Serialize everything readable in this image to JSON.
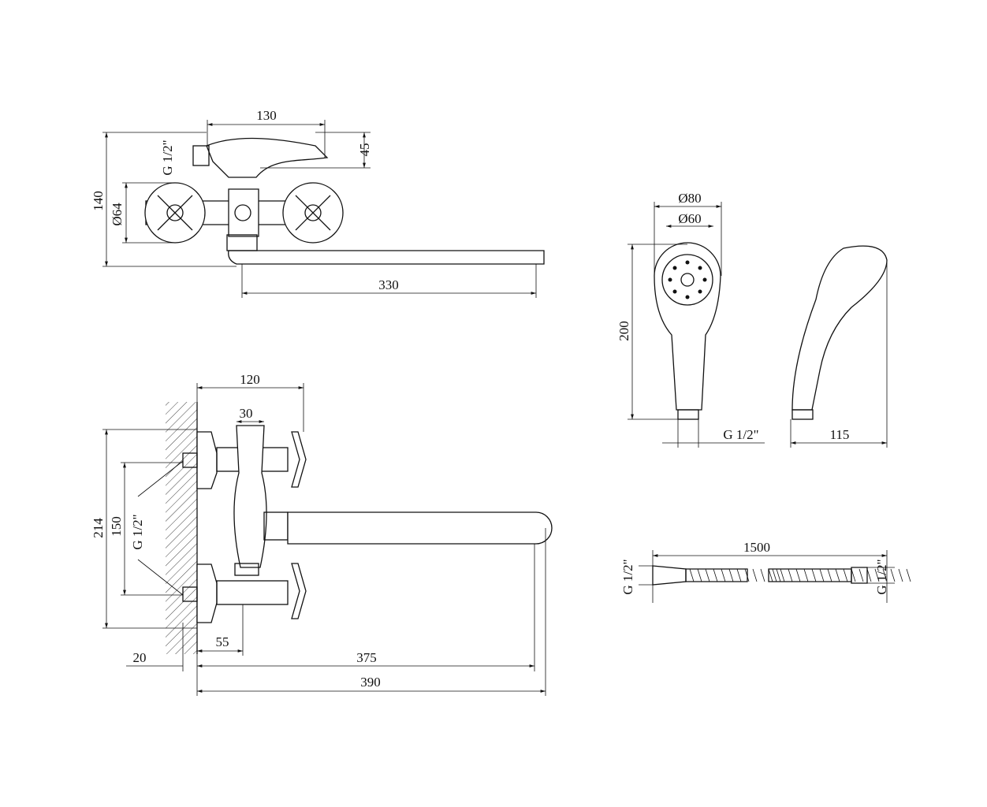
{
  "top_view": {
    "width_130": "130",
    "height_45": "45",
    "thread": "G 1/2\"",
    "height_140": "140",
    "diameter_64": "Ø64",
    "spout_330": "330"
  },
  "front_view": {
    "width_120": "120",
    "width_30": "30",
    "height_214": "214",
    "height_150": "150",
    "thread": "G 1/2\"",
    "offset_55": "55",
    "wall_20": "20",
    "reach_375": "375",
    "reach_390": "390"
  },
  "shower_head": {
    "diameter_80": "Ø80",
    "diameter_60": "Ø60",
    "length_200": "200",
    "thread": "G 1/2\"",
    "depth_115": "115"
  },
  "hose": {
    "length_1500": "1500",
    "thread_left": "G 1/2\"",
    "thread_right": "G 1/2\""
  }
}
